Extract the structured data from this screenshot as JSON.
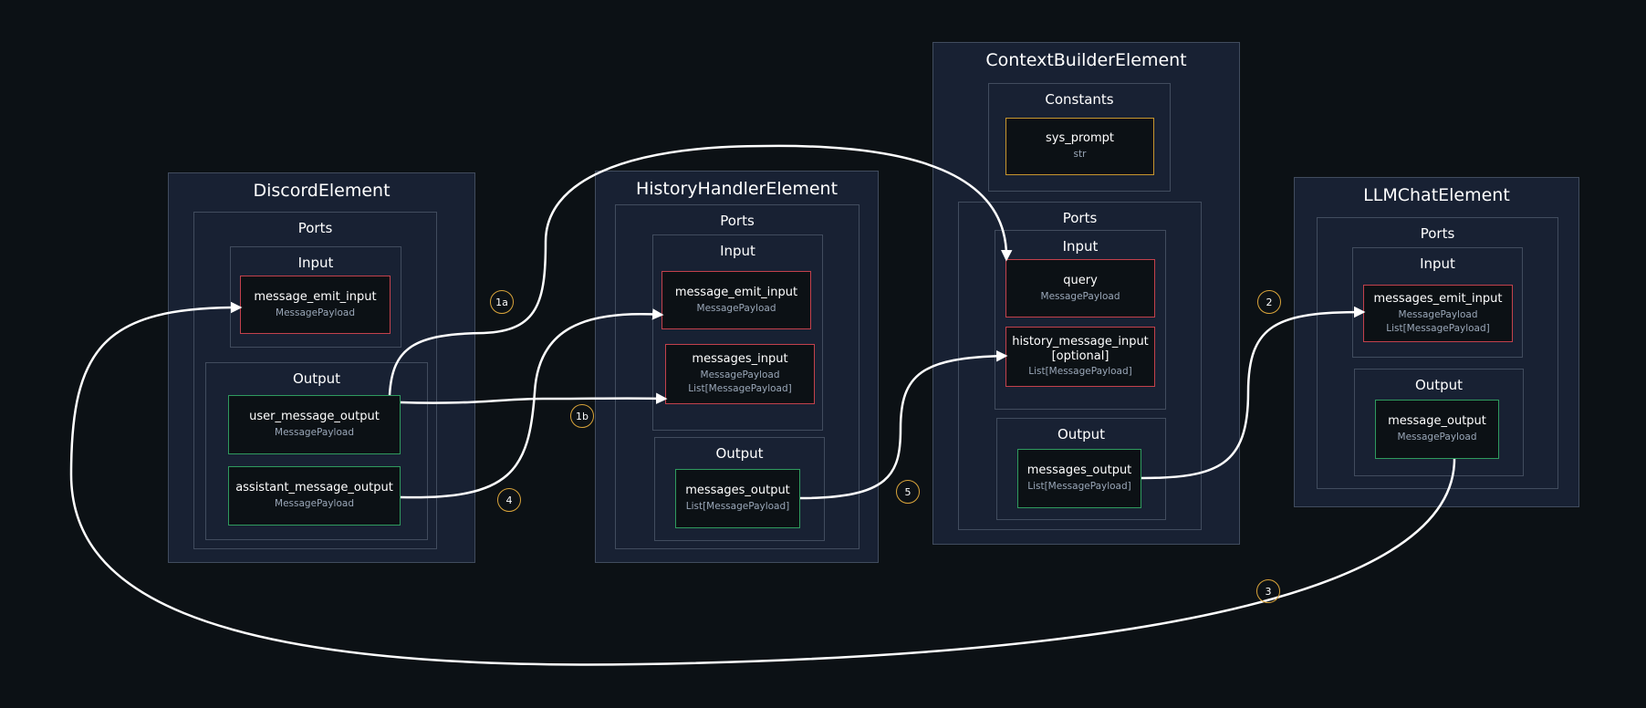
{
  "elements": {
    "discord": {
      "title": "DiscordElement",
      "ports_title": "Ports",
      "input_title": "Input",
      "output_title": "Output",
      "message_emit_input": {
        "name": "message_emit_input",
        "type": "MessagePayload"
      },
      "user_message_output": {
        "name": "user_message_output",
        "type": "MessagePayload"
      },
      "assistant_message_output": {
        "name": "assistant_message_output",
        "type": "MessagePayload"
      }
    },
    "history": {
      "title": "HistoryHandlerElement",
      "ports_title": "Ports",
      "input_title": "Input",
      "output_title": "Output",
      "message_emit_input": {
        "name": "message_emit_input",
        "type": "MessagePayload"
      },
      "messages_input": {
        "name": "messages_input",
        "type1": "MessagePayload",
        "type2": "List[MessagePayload]"
      },
      "messages_output": {
        "name": "messages_output",
        "type": "List[MessagePayload]"
      }
    },
    "context": {
      "title": "ContextBuilderElement",
      "constants_title": "Constants",
      "sys_prompt": {
        "name": "sys_prompt",
        "type": "str"
      },
      "ports_title": "Ports",
      "input_title": "Input",
      "output_title": "Output",
      "query": {
        "name": "query",
        "type": "MessagePayload"
      },
      "history_message_input": {
        "name_line1": "history_message_input",
        "name_line2": "[optional]",
        "type": "List[MessagePayload]"
      },
      "messages_output": {
        "name": "messages_output",
        "type": "List[MessagePayload]"
      }
    },
    "llm": {
      "title": "LLMChatElement",
      "ports_title": "Ports",
      "input_title": "Input",
      "output_title": "Output",
      "messages_emit_input": {
        "name": "messages_emit_input",
        "type1": "MessagePayload",
        "type2": "List[MessagePayload]"
      },
      "message_output": {
        "name": "message_output",
        "type": "MessagePayload"
      }
    }
  },
  "edges": [
    {
      "label": "1a",
      "from": "DiscordElement.user_message_output",
      "to": "ContextBuilderElement.query"
    },
    {
      "label": "1b",
      "from": "DiscordElement.user_message_output",
      "to": "HistoryHandlerElement.messages_input"
    },
    {
      "label": "2",
      "from": "ContextBuilderElement.messages_output",
      "to": "LLMChatElement.messages_emit_input"
    },
    {
      "label": "3",
      "from": "LLMChatElement.message_output",
      "to": "DiscordElement.message_emit_input"
    },
    {
      "label": "4",
      "from": "DiscordElement.assistant_message_output",
      "to": "HistoryHandlerElement.message_emit_input"
    },
    {
      "label": "5",
      "from": "HistoryHandlerElement.messages_output",
      "to": "ContextBuilderElement.history_message_input"
    }
  ],
  "colors": {
    "background": "#0c1115",
    "element_fill": "#182133",
    "group_border": "#414c5e",
    "input_port_border": "#c3414c",
    "output_port_border": "#2f9a5e",
    "constant_border": "#c7962e",
    "badge_border": "#d9a43a",
    "edge": "#ffffff"
  }
}
